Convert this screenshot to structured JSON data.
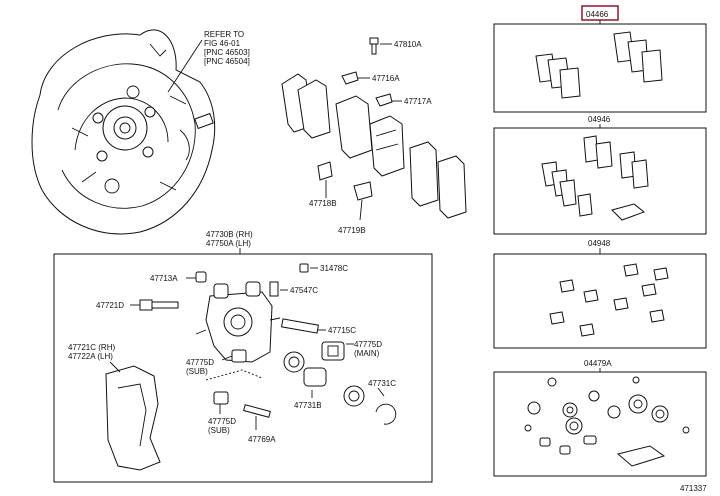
{
  "refer_note": [
    "REFER TO",
    "FIG 46-01",
    "[PNC 46503]",
    "[PNC 46504]"
  ],
  "labels": {
    "p47810A": "47810A",
    "p47716A": "47716A",
    "p47717A": "47717A",
    "p47718B": "47718B",
    "p47719B": "47719B",
    "p47730B": "47730B (RH)",
    "p47750A": "47750A (LH)",
    "p47713A": "47713A",
    "p31478C": "31478C",
    "p47547C": "47547C",
    "p47721D": "47721D",
    "p47715C": "47715C",
    "p47775D_main": "47775D",
    "p_main": "(MAIN)",
    "p47775D_sub1": "47775D",
    "p_sub1": "(SUB)",
    "p47721C": "47721C (RH)",
    "p47722A": "47722A (LH)",
    "p47731B": "47731B",
    "p47731C": "47731C",
    "p47775D_sub2": "47775D",
    "p_sub2": "(SUB)",
    "p47769A": "47769A"
  },
  "kits": [
    {
      "code": "04466",
      "highlighted": true
    },
    {
      "code": "04946",
      "highlighted": false
    },
    {
      "code": "04948",
      "highlighted": false
    },
    {
      "code": "04479A",
      "highlighted": false
    }
  ],
  "figure_number": "471337"
}
